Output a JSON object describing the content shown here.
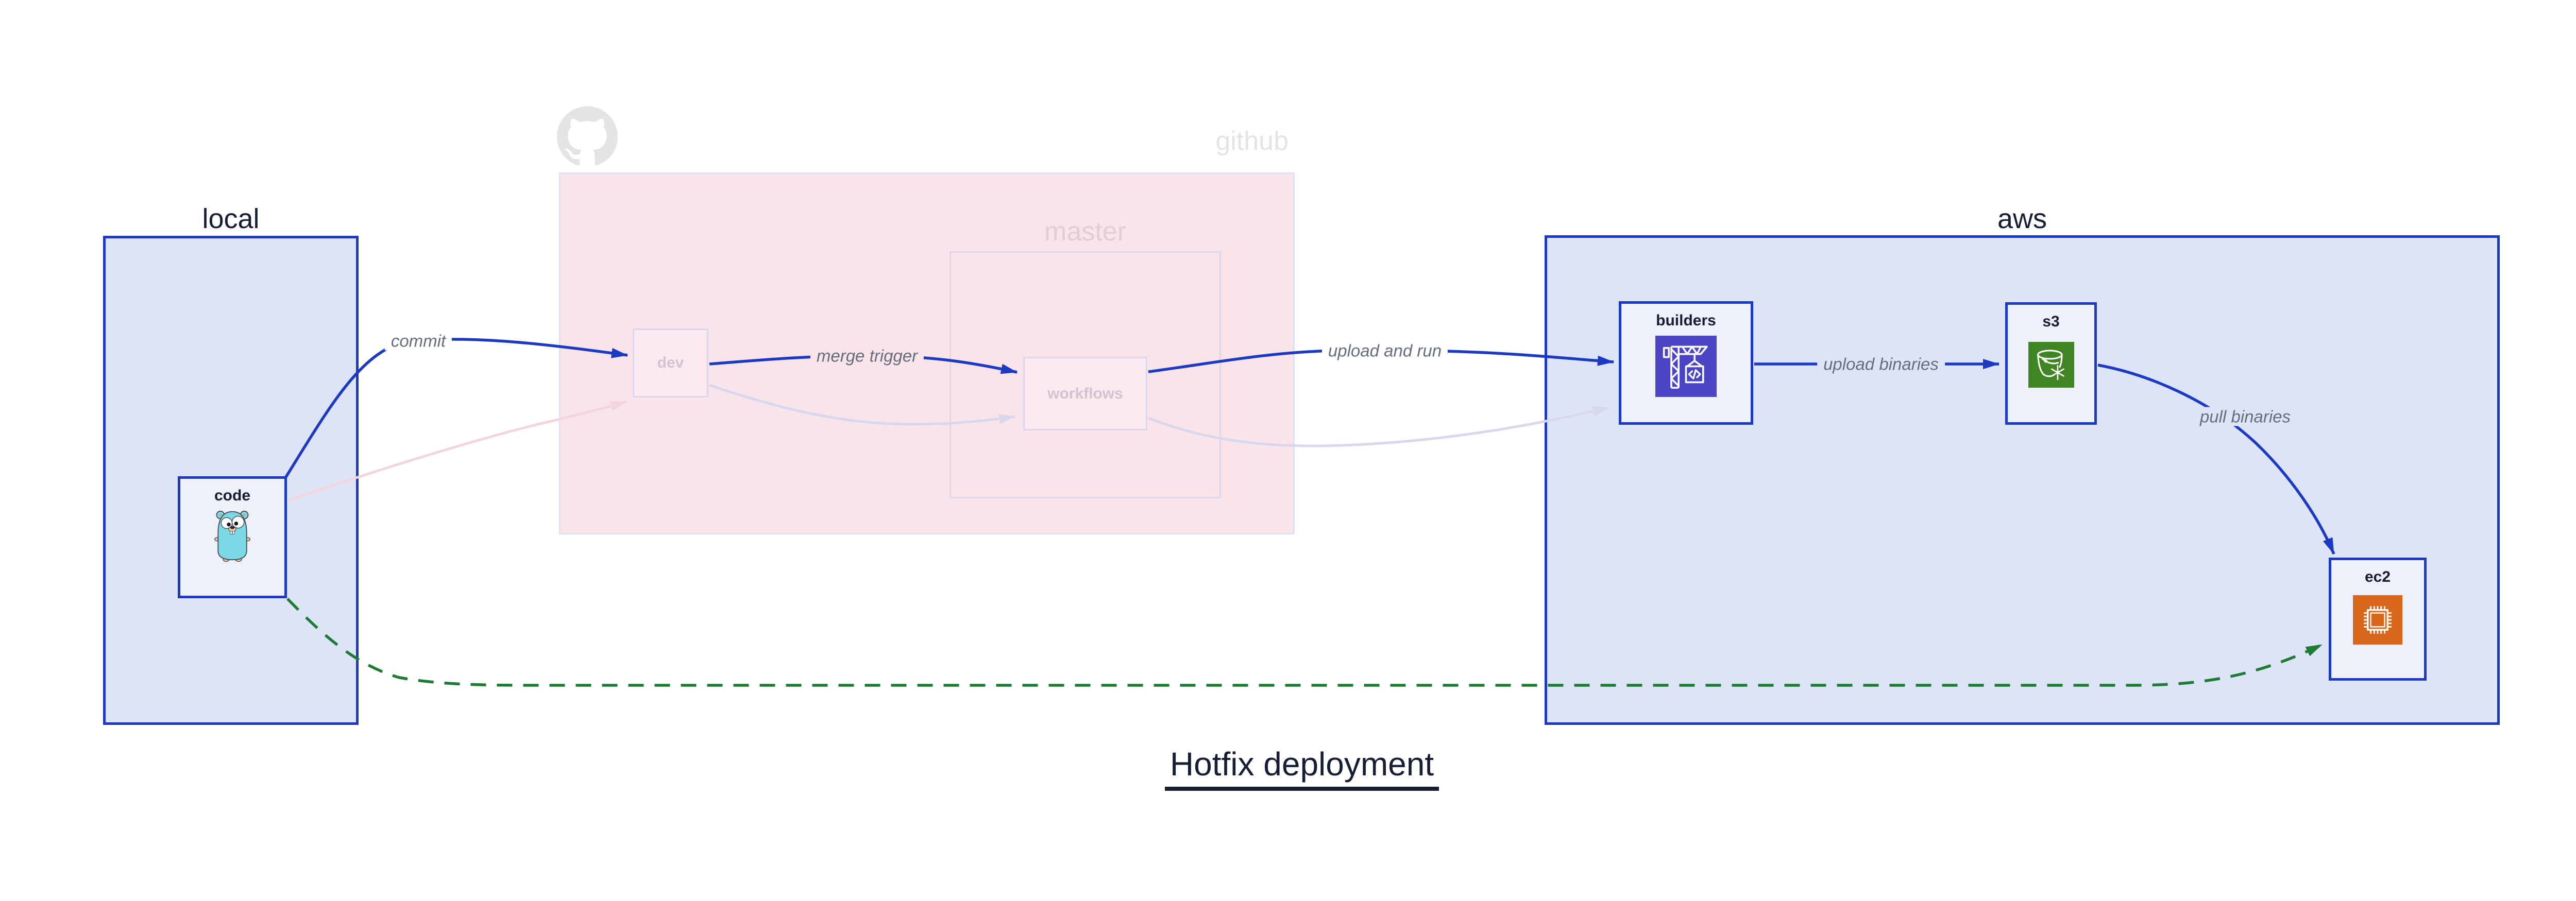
{
  "title": {
    "text": "Hotfix deployment"
  },
  "groups": {
    "local": {
      "label": "local"
    },
    "github": {
      "label": "github"
    },
    "master": {
      "label": "master"
    },
    "aws": {
      "label": "aws"
    }
  },
  "nodes": {
    "code": {
      "label": "code",
      "icon": "go-gopher-icon"
    },
    "dev": {
      "label": "dev"
    },
    "workflows": {
      "label": "workflows"
    },
    "builders": {
      "label": "builders",
      "icon": "aws-codebuild-icon"
    },
    "s3": {
      "label": "s3",
      "icon": "aws-s3-glacier-icon"
    },
    "ec2": {
      "label": "ec2",
      "icon": "aws-ec2-chip-icon"
    }
  },
  "edges": {
    "commit": {
      "label": "commit"
    },
    "merge_trigger": {
      "label": "merge trigger"
    },
    "upload_and_run": {
      "label": "upload and run"
    },
    "upload_binaries": {
      "label": "upload binaries"
    },
    "pull_binaries": {
      "label": "pull binaries"
    },
    "hotfix_path": {
      "label": ""
    }
  },
  "colors": {
    "ink": "#181d36",
    "blue_border": "#1b3ac1",
    "blue_edge": "#1b3ac1",
    "group_fill_blue": "#dee4f8",
    "node_fill": "#eef1fb",
    "github_fill": "#f9e4ea",
    "github_border": "#dfe2f4",
    "faded_border": "#ddd7ee",
    "faded_text": "#d2c4cf",
    "faded_section_text_pink": "#e2cdd5",
    "faded_section_text_gray": "#e4e4e4",
    "faded_pink_edge": "#f3d5de",
    "faded_lavender_edge": "#d9d7ee",
    "green_edge": "#1e7b34",
    "edge_label_gray": "#666d7c",
    "codebuild_purple": "#4b45c6",
    "glacier_green": "#3f8524",
    "ec2_orange": "#d8671b",
    "gopher_teal": "#7ad9e4",
    "octocat_gray": "#e4e4e4"
  }
}
